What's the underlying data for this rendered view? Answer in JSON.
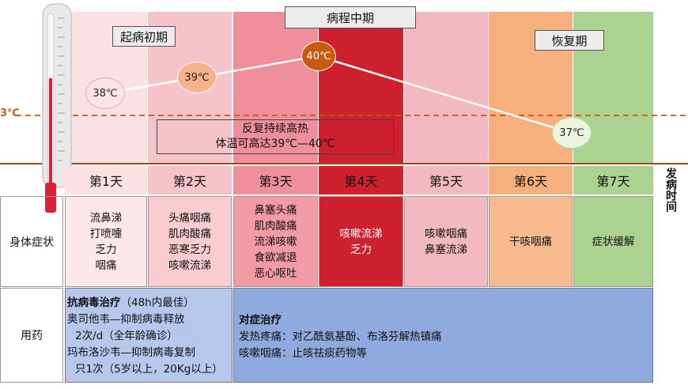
{
  "phases": {
    "early": "起病初期",
    "mid": "病程中期",
    "recovery": "恢复期"
  },
  "temperatures": [
    "38℃",
    "39℃",
    "40℃",
    "37℃"
  ],
  "threshold_label": "3℃",
  "fever_note": {
    "line1": "反复持续高热",
    "line2": "体温可高达39℃—40℃"
  },
  "axis_label": "发病时间",
  "days": [
    "第1天",
    "第2天",
    "第3天",
    "第4天",
    "第5天",
    "第6天",
    "第7天"
  ],
  "rows": {
    "symptoms_label": "身体症状",
    "medication_label": "用药"
  },
  "symptoms": [
    [
      "流鼻涕",
      "打喷嚏",
      "乏力",
      "咽痛"
    ],
    [
      "头痛咽痛",
      "肌肉酸痛",
      "恶寒乏力",
      "咳嗽流涕"
    ],
    [
      "鼻塞头痛",
      "肌肉酸痛",
      "流涕咳嗽",
      "食欲减退",
      "恶心呕吐"
    ],
    [
      "咳嗽流涕",
      "乏力"
    ],
    [
      "咳嗽咽痛",
      "鼻塞流涕"
    ],
    [
      "干咳咽痛"
    ],
    [
      "症状缓解"
    ]
  ],
  "antiviral": {
    "title": "抗病毒治疗",
    "title_note": "（48h内最佳）",
    "line1": "奥司他韦—抑制病毒释放",
    "line2": "2次/d（全年龄确诊）",
    "line3": "玛布洛沙韦—抑制病毒复制",
    "line4": "只1次（5岁以上，20Kg以上）"
  },
  "symptomatic": {
    "title": "对症治疗",
    "line1": "发热疼痛：对乙酰氨基酚、布洛芬解热镇痛",
    "line2": "咳嗽咽痛：止咳祛痰药物等"
  },
  "colors": {
    "day1": "#fbe0e4",
    "day2": "#f7c3ca",
    "day3": "#ef8f9b",
    "day4": "#cf202f",
    "day5": "#f3b9c2",
    "day6": "#f5b07d",
    "day7": "#a9d38e",
    "antiviral_bg": "#b6c7ec",
    "symptomatic_bg": "#8faadf",
    "curve": "#c55a11"
  }
}
